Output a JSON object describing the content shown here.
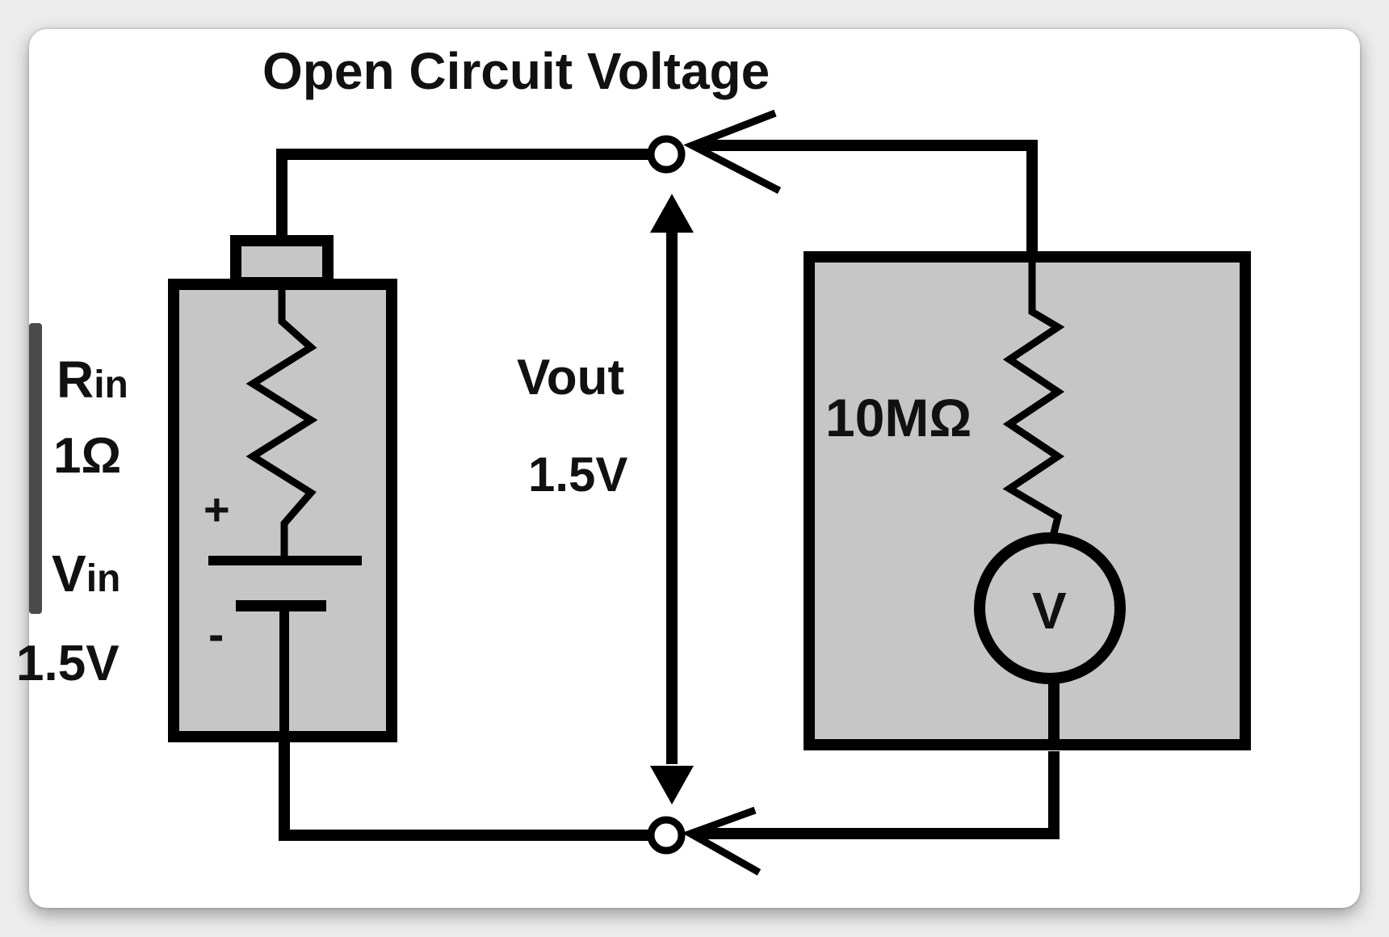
{
  "diagram": {
    "title": "Open Circuit Voltage",
    "battery": {
      "resistor_label_main": "R",
      "resistor_label_sub": "in",
      "resistor_value": "1Ω",
      "source_label_main": "V",
      "source_label_sub": "in",
      "source_value": "1.5V",
      "plus_sign": "+",
      "minus_sign": "-"
    },
    "output": {
      "label": "Vout",
      "value": "1.5V"
    },
    "meter": {
      "resistor_value": "10MΩ",
      "symbol": "V"
    }
  },
  "colors": {
    "wire": "#000000",
    "box_fill": "#c6c6c6",
    "background": "#ffffff"
  }
}
